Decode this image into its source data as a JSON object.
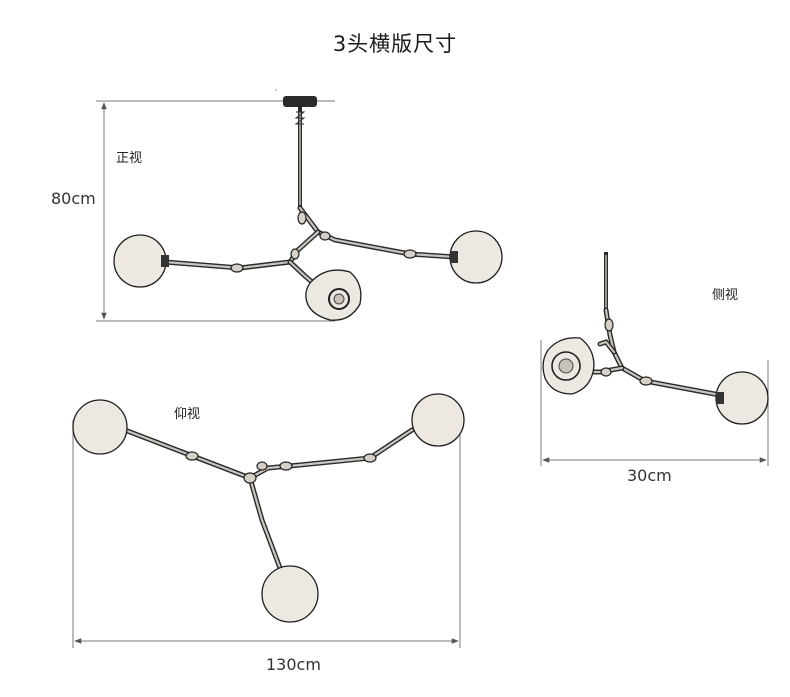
{
  "title": "3头横版尺寸",
  "views": {
    "front": "正视",
    "side": "侧视",
    "bottom": "仰视"
  },
  "dimensions": {
    "height": "80cm",
    "width": "130cm",
    "depth": "30cm"
  }
}
